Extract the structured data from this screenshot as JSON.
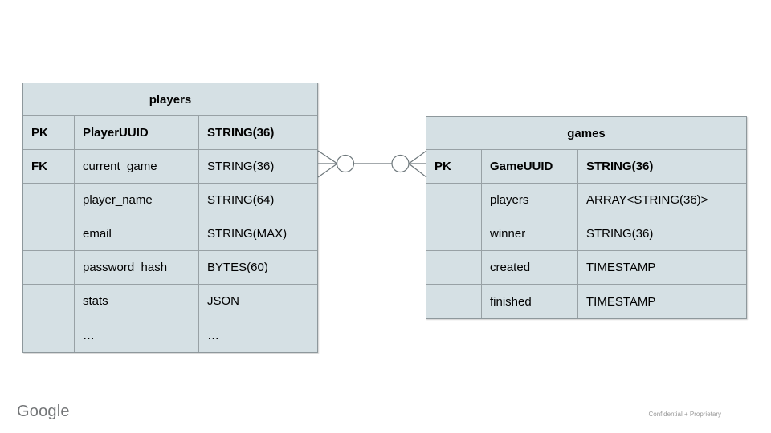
{
  "footer": {
    "brand": "Google",
    "note": "Confidential + Proprietary"
  },
  "colors": {
    "cell_fill": "#d5e0e4",
    "table_border": "#98a1a5",
    "connector_stroke": "#6e787c",
    "text": "#000000",
    "brand_gray": "#747678",
    "note_gray": "#9a9a9a"
  },
  "diagram": {
    "relationship": {
      "type": "many-to-many",
      "left_end": "zero-or-many",
      "right_end": "zero-or-many",
      "from": "players.current_game",
      "to": "games.GameUUID"
    },
    "tables": {
      "players": {
        "title": "players",
        "rows": [
          {
            "key": "PK",
            "name": "PlayerUUID",
            "type": "STRING(36)"
          },
          {
            "key": "FK",
            "name": "current_game",
            "type": "STRING(36)"
          },
          {
            "key": "",
            "name": "player_name",
            "type": "STRING(64)"
          },
          {
            "key": "",
            "name": "email",
            "type": "STRING(MAX)"
          },
          {
            "key": "",
            "name": "password_hash",
            "type": "BYTES(60)"
          },
          {
            "key": "",
            "name": "stats",
            "type": "JSON"
          },
          {
            "key": "",
            "name": "…",
            "type": "…"
          }
        ]
      },
      "games": {
        "title": "games",
        "rows": [
          {
            "key": "PK",
            "name": "GameUUID",
            "type": "STRING(36)"
          },
          {
            "key": "",
            "name": "players",
            "type": "ARRAY<STRING(36)>"
          },
          {
            "key": "",
            "name": "winner",
            "type": "STRING(36)"
          },
          {
            "key": "",
            "name": "created",
            "type": "TIMESTAMP"
          },
          {
            "key": "",
            "name": "finished",
            "type": "TIMESTAMP"
          }
        ]
      }
    }
  }
}
